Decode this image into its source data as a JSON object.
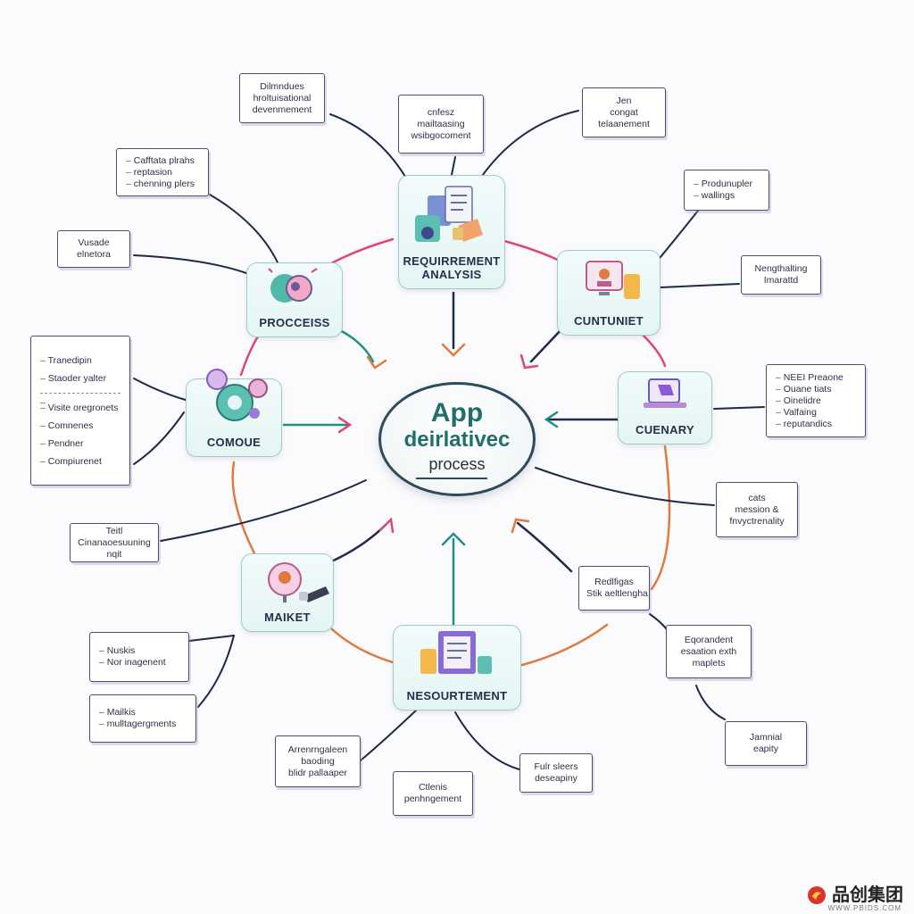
{
  "center": {
    "line1": "App",
    "line2": "deirlativec",
    "line3": "process"
  },
  "nodes": {
    "requirement": "REQUIRREMENT\nANALYSIS",
    "processs": "PROCCEISS",
    "cuntuniet": "CUNTUNIET",
    "comoue": "COMOUE",
    "cuenary": "CUENARY",
    "maiket": "MAIKET",
    "nesourtement": "NESOURTEMENT"
  },
  "notes": {
    "n1": [
      "Dilmndues",
      "hroltuisational",
      "devenmement"
    ],
    "n2": [
      "cnfesz",
      "mailtaasing",
      "wsibgocoment"
    ],
    "n3": [
      "Jen",
      "congat",
      "telaanement"
    ],
    "n4": [
      "Cafftata plrahs",
      "reptasion",
      "chenning plers"
    ],
    "n5": [
      "Produnupler",
      "wallings"
    ],
    "n6": [
      "Vusade",
      "elnetora"
    ],
    "n7": [
      "Nengthalting",
      "Imarattd"
    ],
    "n8": [
      "Tranedipin",
      "Staoder yalter",
      "Visite oregronets",
      "Comnenes",
      "Pendner",
      "Compiurenet"
    ],
    "n9": [
      "NEEI Preaone",
      "Ouane tiats",
      "Oinelidre",
      "Valfaing",
      "reputandics"
    ],
    "n10": [
      "Teitl",
      "Cinanaoesuuning",
      "nqit"
    ],
    "n11": [
      "cats",
      "mession &",
      "fnvyctrenality"
    ],
    "n12": [
      "Redlfigas",
      "Stik aeltlengha"
    ],
    "n13": [
      "Nuskis",
      "Nor inagenent"
    ],
    "n14": [
      "Eqorandent",
      "esaation exth",
      "maplets"
    ],
    "n15": [
      "Mailkis",
      "mulltagergments"
    ],
    "n16": [
      "Arrenrngaleen",
      "baoding",
      "blidr pallaaper"
    ],
    "n17": [
      "Fulr sleers",
      "deseapiny"
    ],
    "n18": [
      "Jamnial",
      "eapity"
    ],
    "n19": [
      "Ctlenis",
      "penhngement"
    ]
  },
  "watermark": {
    "brand": "品创集团",
    "site": "WWW.PBIDS.COM"
  },
  "colors": {
    "teal": "#1f8f86",
    "pink": "#e0457a",
    "orange": "#e07a3e",
    "navy": "#1e2a4a"
  }
}
